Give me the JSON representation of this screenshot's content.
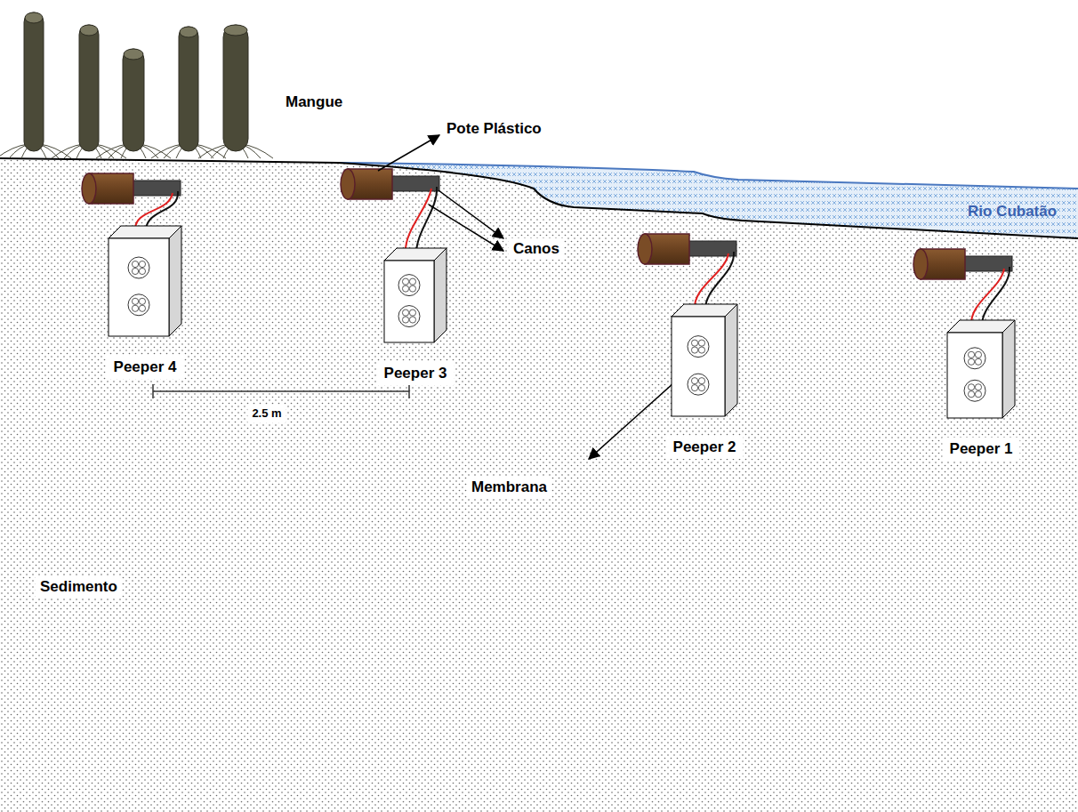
{
  "diagram": {
    "nodes": [
      {
        "text": [
          "Peeper 4"
        ]
      },
      {
        "text": [
          "Peeper 3"
        ]
      },
      {
        "text": [
          "Peeper 2"
        ]
      },
      {
        "text": [
          "Peeper 1"
        ]
      }
    ],
    "labels": [
      "Mangue",
      "Pote Plástico",
      "Canos",
      "Rio Cubatão",
      "2.5 m",
      "Membrana",
      "Sedimento"
    ]
  }
}
